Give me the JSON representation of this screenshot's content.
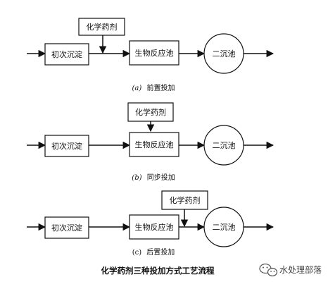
{
  "diagrams": {
    "a": {
      "dosing_label": "化学药剂",
      "primary_label": "初次沉淀",
      "bio_label": "生物反应池",
      "secondary_label": "二沉池",
      "caption_letter": "(a)",
      "caption_text": "前置投加"
    },
    "b": {
      "dosing_label": "化学药剂",
      "primary_label": "初次沉淀",
      "bio_label": "生物反应池",
      "secondary_label": "二沉池",
      "caption_letter": "(b)",
      "caption_text": "同步投加"
    },
    "c": {
      "dosing_label": "化学药剂",
      "primary_label": "初次沉淀",
      "bio_label": "生物反应池",
      "secondary_label": "二沉池",
      "caption_letter": "(c)",
      "caption_text": "后置投加"
    }
  },
  "figure_title": "化学药剂三种投加方式工艺流程",
  "watermark": {
    "text": "水处理部落",
    "icon": "wechat-icon"
  }
}
